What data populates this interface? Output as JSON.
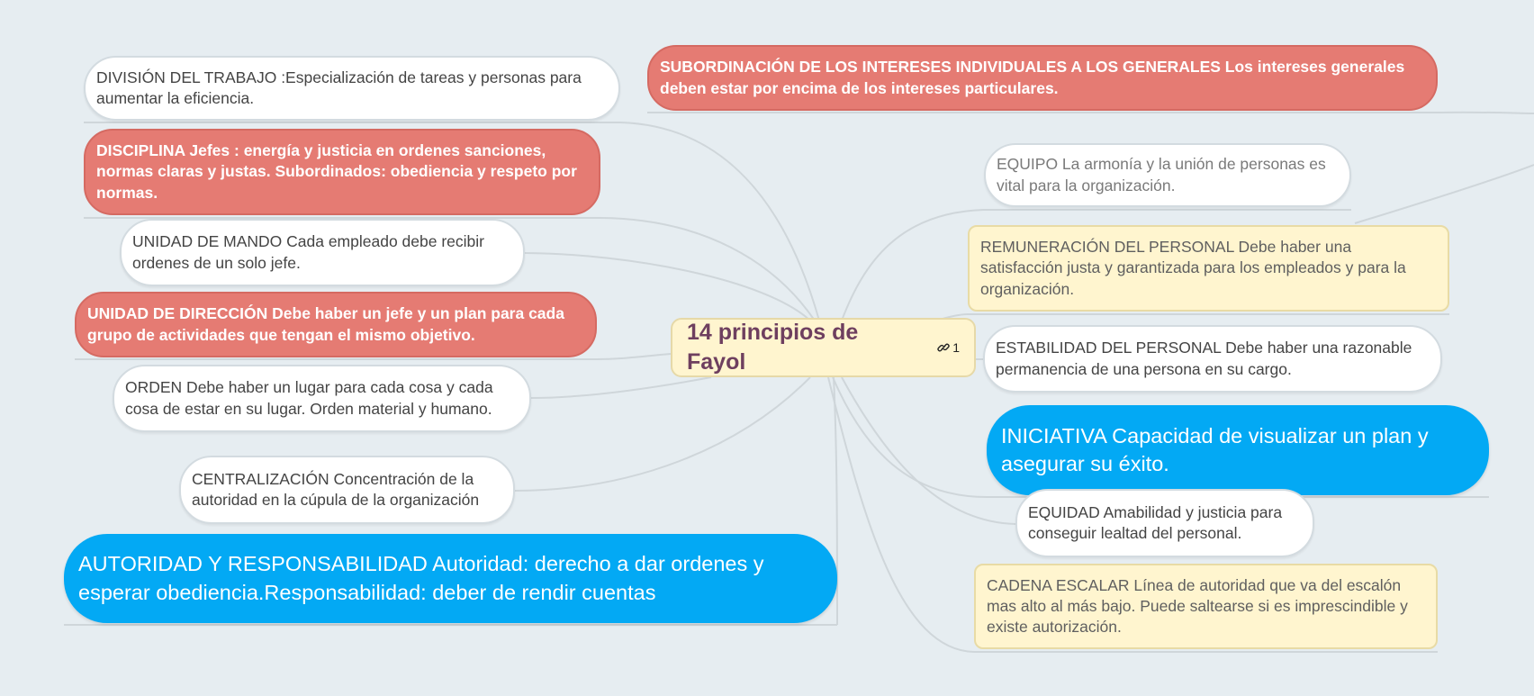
{
  "central_topic": {
    "title": "14 principios de Fayol",
    "link_icon": "link-icon",
    "link_count": "1",
    "colors": {
      "background": "#fff5cf",
      "text": "#6e3f5f"
    }
  },
  "left_topics": [
    {
      "id": "division",
      "text": "DIVISIÓN DEL TRABAJO :Especialización de tareas y personas para aumentar la eficiencia.",
      "style": "white"
    },
    {
      "id": "disciplina",
      "text": "DISCIPLINA Jefes : energía y justicia en ordenes sanciones, normas claras y justas. Subordinados: obediencia y respeto por normas.",
      "style": "red"
    },
    {
      "id": "unidad-mando",
      "text": "UNIDAD DE MANDO Cada empleado debe recibir ordenes de un solo jefe.",
      "style": "white"
    },
    {
      "id": "unidad-direccion",
      "text": "UNIDAD DE DIRECCIÓN Debe haber un jefe y un plan para cada grupo de actividades que tengan el mismo objetivo.",
      "style": "red"
    },
    {
      "id": "orden",
      "text": "ORDEN Debe haber un lugar para cada cosa y cada cosa de estar en su lugar. Orden material y humano.",
      "style": "white"
    },
    {
      "id": "centralizacion",
      "text": "CENTRALIZACIÓN Concentración de la autoridad en la cúpula de la organización",
      "style": "white"
    },
    {
      "id": "autoridad",
      "text": "AUTORIDAD Y RESPONSABILIDAD Autoridad: derecho a dar ordenes y esperar obediencia.Responsabilidad: deber de rendir cuentas",
      "style": "blue"
    }
  ],
  "right_topics": [
    {
      "id": "subordinacion",
      "text": "SUBORDINACIÓN DE LOS INTERESES INDIVIDUALES A LOS GENERALES Los intereses generales deben estar por encima de los intereses particulares.",
      "style": "red"
    },
    {
      "id": "equipo",
      "text": "EQUIPO La armonía y la unión de personas es vital para la organización.",
      "style": "white"
    },
    {
      "id": "remuneracion",
      "text": "REMUNERACIÓN DEL PERSONAL Debe haber una satisfacción justa y garantizada para los empleados y para la organización.",
      "style": "yellow"
    },
    {
      "id": "estabilidad",
      "text": "ESTABILIDAD DEL PERSONAL Debe haber una razonable permanencia de una persona en su cargo.",
      "style": "white"
    },
    {
      "id": "iniciativa",
      "text": "INICIATIVA Capacidad de visualizar un plan y asegurar su éxito.",
      "style": "blue"
    },
    {
      "id": "equidad",
      "text": "EQUIDAD Amabilidad y justicia para conseguir lealtad del personal.",
      "style": "white"
    },
    {
      "id": "cadena",
      "text": "CADENA ESCALAR Línea de autoridad que va del escalón mas alto al más bajo. Puede saltearse si es imprescindible y existe autorización.",
      "style": "yellow"
    }
  ],
  "colors": {
    "canvas": "#e6edf1",
    "red_topic": "#e57b73",
    "blue_topic": "#03a9f4",
    "yellow_topic": "#fff5cf",
    "white_topic": "#ffffff",
    "connector": "#cfd6da"
  }
}
